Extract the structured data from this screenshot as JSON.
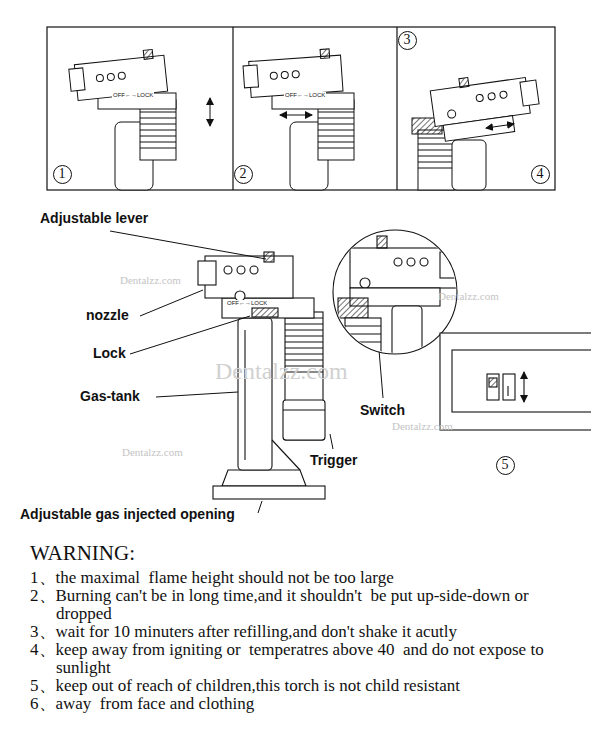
{
  "diagram": {
    "nodes": [
      {
        "text": [
          "1"
        ]
      },
      {
        "text": [
          "2"
        ]
      },
      {
        "text": [
          "3"
        ]
      },
      {
        "text": [
          "4"
        ]
      },
      {
        "text": [
          "5"
        ]
      }
    ],
    "labels": [
      "OFF←→LOCK",
      "OFF←→LOCK",
      "Adjustable lever",
      "nozzle",
      "Lock",
      "OFF←→LOCK",
      "Gas-tank",
      "Switch",
      "Trigger",
      "Adjustable gas injected opening",
      "Dentalzz.com",
      "Dentalzz.com",
      "Dentalzz.com",
      "Dentalzz.com",
      "Dentalzz.com",
      "WARNING:",
      "1、the maximal  flame height should not be too large",
      "2、Burning can't be in long time,and it shouldn't  be put up-side-down or dropped",
      "3、wait for 10 minuters after refilling,and don't shake it acutly",
      "4、keep away from igniting or  temperatres above 40  and do not expose to sunlight",
      "5、keep out of reach of children,this torch is not child resistant",
      "6、away  from face and clothing"
    ]
  }
}
